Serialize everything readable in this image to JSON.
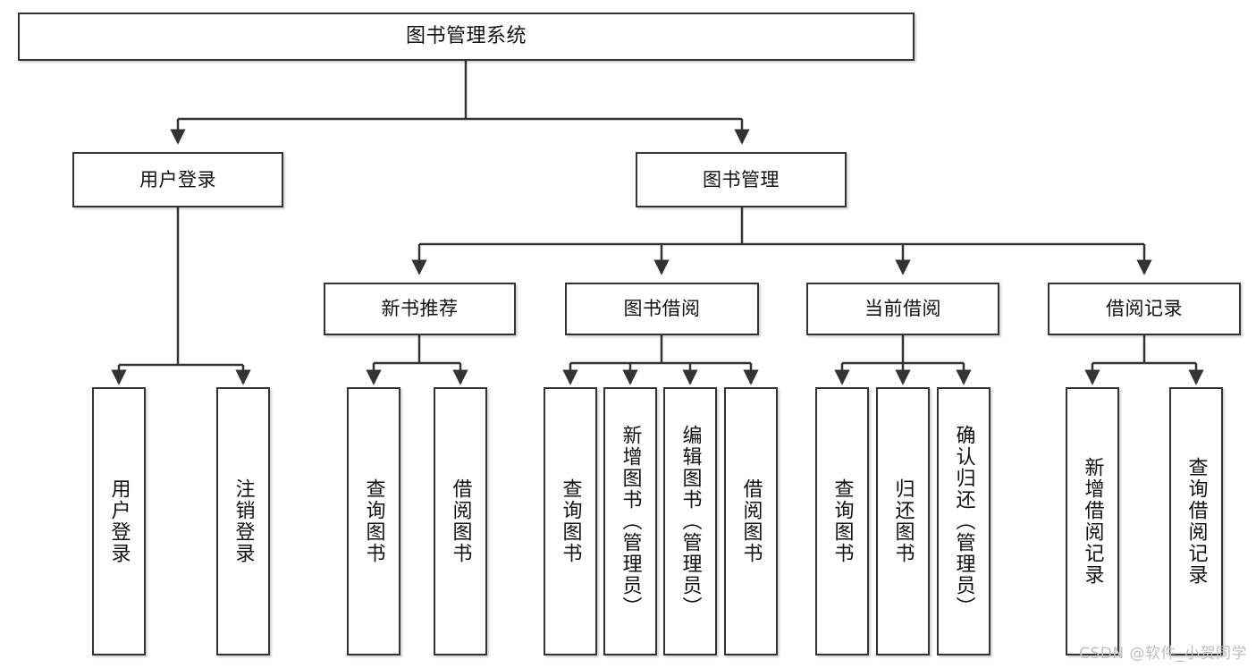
{
  "diagram": {
    "title": "图书管理系统",
    "type": "tree",
    "colors": {
      "box_border": "#333333",
      "box_fill": "#ffffff",
      "edge": "#333333",
      "text": "#111111",
      "watermark": "#bfbfbf"
    },
    "watermark": "CSDN @软件_小贺同学"
  },
  "nodes": {
    "root": {
      "label": "图书管理系统"
    },
    "level1": [
      {
        "id": "user-login",
        "label": "用户登录"
      },
      {
        "id": "book-manage",
        "label": "图书管理"
      }
    ],
    "level2": [
      {
        "id": "new-book-recommend",
        "label": "新书推荐"
      },
      {
        "id": "book-borrow",
        "label": "图书借阅"
      },
      {
        "id": "current-borrow",
        "label": "当前借阅"
      },
      {
        "id": "borrow-record",
        "label": "借阅记录"
      }
    ],
    "leaves": {
      "user-login": [
        {
          "id": "leaf-user-login",
          "label": "用户登录"
        },
        {
          "id": "leaf-logout-login",
          "label": "注销登录"
        }
      ],
      "new-book-recommend": [
        {
          "id": "leaf-query-book-1",
          "label": "查询图书"
        },
        {
          "id": "leaf-borrow-book-1",
          "label": "借阅图书"
        }
      ],
      "book-borrow": [
        {
          "id": "leaf-query-book-2",
          "label": "查询图书"
        },
        {
          "id": "leaf-add-book",
          "label": "新增图书（管理员）"
        },
        {
          "id": "leaf-edit-book",
          "label": "编辑图书（管理员）"
        },
        {
          "id": "leaf-borrow-book-2",
          "label": "借阅图书"
        }
      ],
      "current-borrow": [
        {
          "id": "leaf-query-book-3",
          "label": "查询图书"
        },
        {
          "id": "leaf-return-book",
          "label": "归还图书"
        },
        {
          "id": "leaf-confirm-return",
          "label": "确认归还（管理员）"
        }
      ],
      "borrow-record": [
        {
          "id": "leaf-add-record",
          "label": "新增借阅记录"
        },
        {
          "id": "leaf-query-record",
          "label": "查询借阅记录"
        }
      ]
    }
  }
}
